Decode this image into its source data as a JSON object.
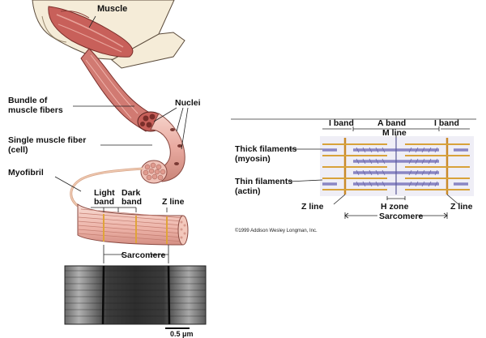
{
  "figure": {
    "left_panel": {
      "labels": {
        "muscle": "Muscle",
        "bundle_line1": "Bundle of",
        "bundle_line2": "muscle fibers",
        "nuclei": "Nuclei",
        "single_line1": "Single muscle fiber",
        "single_line2": "(cell)",
        "myofibril": "Myofibril",
        "light_line1": "Light",
        "light_line2": "band",
        "dark_line1": "Dark",
        "dark_line2": "band",
        "zline": "Z line",
        "sarcomere": "Sarcomere",
        "scale": "0.5 μm"
      }
    },
    "right_panel": {
      "labels": {
        "i_band_left": "I band",
        "a_band": "A band",
        "i_band_right": "I band",
        "m_line": "M line",
        "thick_line1": "Thick filaments",
        "thick_line2": "(myosin)",
        "thin_line1": "Thin filaments",
        "thin_line2": "(actin)",
        "zline_left": "Z line",
        "h_zone": "H zone",
        "zline_right": "Z line",
        "sarcomere": "Sarcomere",
        "copyright": "©1999 Addison Wesley Longman, Inc."
      }
    },
    "colors": {
      "muscle_red": "#c8605a",
      "fiber_pink": "#ecb8ae",
      "thick_filament": "#8a86c4",
      "thin_filament": "#d8a23a",
      "skin": "#f5ecd8"
    }
  }
}
